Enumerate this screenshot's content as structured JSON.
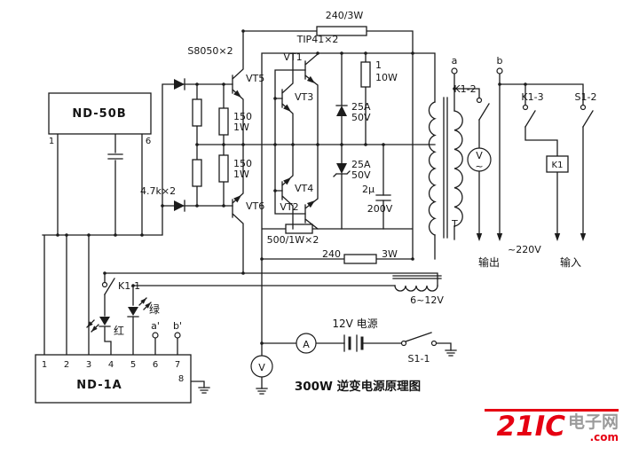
{
  "schematic": {
    "caption": "300W 逆变电源原理图",
    "power_stage": {
      "r_top": "240/3W",
      "tip41": "TIP41×2",
      "s8050": "S8050×2",
      "vt1": "VT1",
      "vt2": "VT2",
      "vt3": "VT3",
      "vt4": "VT4",
      "vt5": "VT5",
      "vt6": "VT6",
      "r150a": {
        "value": "150",
        "watt": "1W"
      },
      "r150b": {
        "value": "150",
        "watt": "1W"
      },
      "r47k": "4.7k×2",
      "d_top": {
        "amp": "25A",
        "volt": "50V"
      },
      "d_bot": {
        "amp": "25A",
        "volt": "50V"
      },
      "r1": {
        "value": "1",
        "watt": "10W"
      },
      "cap": {
        "value": "2μ",
        "volt": "200V"
      },
      "r500": "500/1W×2",
      "r240": {
        "value": "240",
        "watt": "3W"
      }
    },
    "control": {
      "nd50b": "ND-50B",
      "nd50b_pin1": "1",
      "nd50b_pin6": "6",
      "nd1a": "ND-1A",
      "nd1a_pins": [
        "1",
        "2",
        "3",
        "4",
        "5",
        "6",
        "7"
      ],
      "nd1a_pin8": "8",
      "k1_1": "K1-1",
      "led_green": "绿",
      "led_red": "红",
      "term_a2": "a'",
      "term_b2": "b'"
    },
    "output": {
      "term_a": "a",
      "term_b": "b",
      "k1_2": "K1-2",
      "k1_3": "K1-3",
      "s1_2": "S1-2",
      "k1_coil": "K1",
      "meter_v_ac": "V",
      "ac_tilde": "~",
      "v220": "~220V",
      "out_label": "输出",
      "in_label": "输入",
      "transformer": "T",
      "feedback": "6~12V"
    },
    "supply": {
      "v12": "12V 电源",
      "s1_1": "S1-1",
      "meter_a": "A",
      "meter_v": "V"
    }
  },
  "watermark": {
    "brand": "21IC",
    "site": "电子网",
    "com": ".com"
  },
  "colors": {
    "line": "#1c1c1c",
    "background": "#ffffff",
    "watermark_red": "#e60012",
    "watermark_gray": "#9b9b9b"
  }
}
